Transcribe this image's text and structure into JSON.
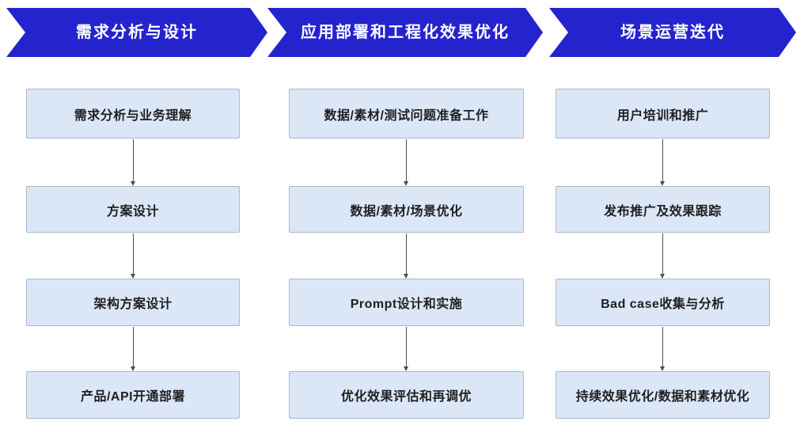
{
  "colors": {
    "banner_blue": "#2424ce",
    "banner_text": "#ffffff",
    "box_fill": "#dbe7f6",
    "box_border": "#a9b8c9",
    "box_text": "#1f1f1f",
    "connector": "#4d4d4d"
  },
  "stages": [
    {
      "title": "需求分析与设计",
      "steps": [
        "需求分析与业务理解",
        "方案设计",
        "架构方案设计",
        "产品/API开通部署"
      ]
    },
    {
      "title": "应用部署和工程化效果优化",
      "steps": [
        "数据/素材/测试问题准备工作",
        "数据/素材/场景优化",
        "Prompt设计和实施",
        "优化效果评估和再调优"
      ]
    },
    {
      "title": "场景运营迭代",
      "steps": [
        "用户培训和推广",
        "发布推广及效果跟踪",
        "Bad case收集与分析",
        "持续效果优化/数据和素材优化"
      ]
    }
  ]
}
